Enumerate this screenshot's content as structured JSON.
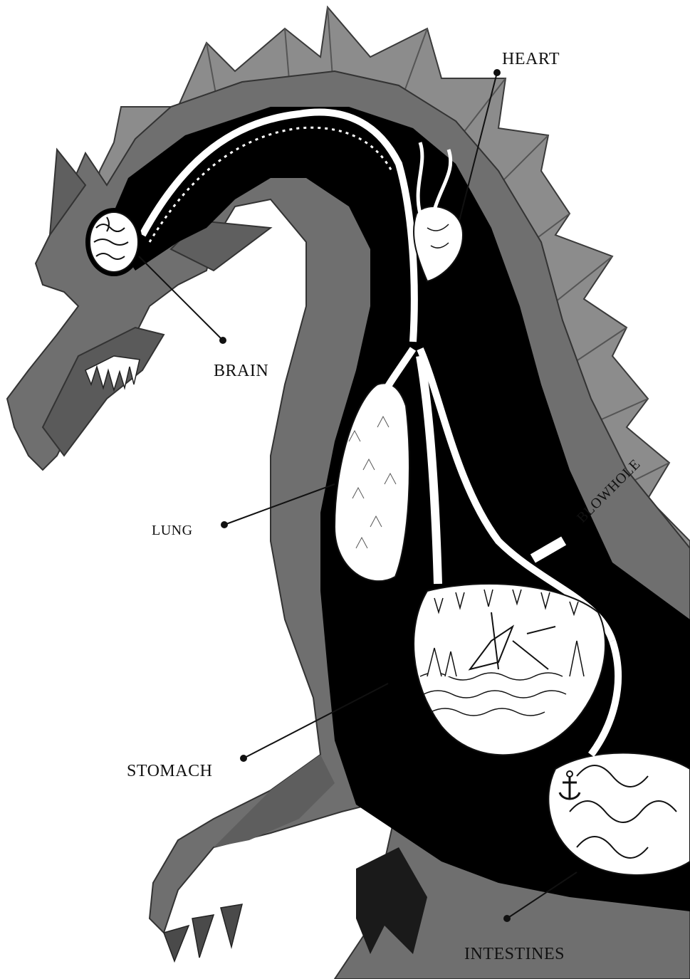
{
  "diagram": {
    "labels": {
      "heart": "HEART",
      "brain": "BRAIN",
      "lung": "LUNG",
      "blowhole": "BLOWHOLE",
      "stomach": "STOMACH",
      "intestines": "INTESTINES"
    }
  },
  "colors": {
    "background": "#ffffff",
    "body_fill": "#6f6f6f",
    "body_dark": "#4a4a4a",
    "fin_fill": "#8c8c8c",
    "cavity": "#000000",
    "organ": "#ffffff",
    "ink": "#111111"
  }
}
